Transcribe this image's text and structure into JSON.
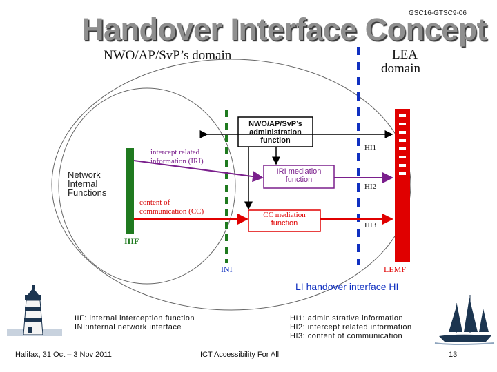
{
  "doc_id": "GSC16-GTSC9-06",
  "title": "Handover Interface Concept",
  "domains": {
    "nwo": "NWO/AP/SvP’s domain",
    "lea_line1": "LEA",
    "lea_line2": "domain"
  },
  "network_internal": [
    "Network",
    "Internal",
    "Functions"
  ],
  "iri_arrow_label": [
    "intercept related",
    "information (IRI)"
  ],
  "cc_arrow_label": [
    "content of",
    "communication (CC)"
  ],
  "boxes": {
    "admin": [
      "NWO/AP/SvP’s",
      "administration",
      "function"
    ],
    "iri_mediation": [
      "IRI mediation",
      "function"
    ],
    "cc_mediation_title": "CC mediation",
    "cc_mediation_sub": "function"
  },
  "hi_labels": [
    "HI1",
    "HI2",
    "HI3"
  ],
  "iif": "IIIF",
  "ini": "INI",
  "lemf": "LEMF",
  "li_handover": "LI handover interface HI",
  "legend_left": [
    "IIF: internal interception function",
    "INI:internal network interface"
  ],
  "legend_right": [
    "HI1: administrative information",
    "HI2: intercept related information",
    "HI3: content of communication"
  ],
  "footer": {
    "left": "Halifax, 31 Oct – 3 Nov 2011",
    "center": "ICT Accessibility For All",
    "page": "13"
  },
  "colors": {
    "red": "#e00000",
    "purple": "#7a1f8c",
    "green": "#1f7a1f",
    "blue": "#1030c0",
    "title_gray": "#8f8f8f"
  }
}
